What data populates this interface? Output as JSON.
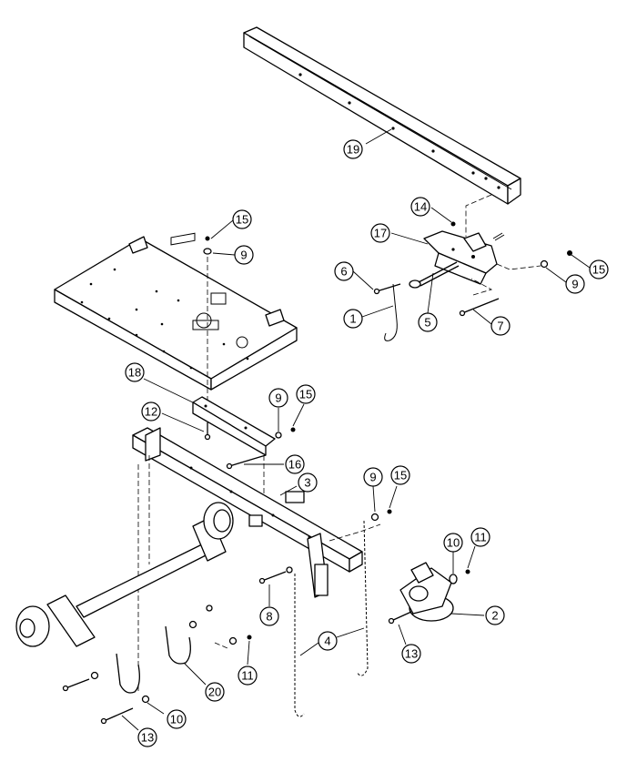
{
  "callouts": [
    {
      "id": "c19",
      "label": "19"
    },
    {
      "id": "c14",
      "label": "14"
    },
    {
      "id": "c17",
      "label": "17"
    },
    {
      "id": "c15a",
      "label": "15"
    },
    {
      "id": "c9a",
      "label": "9"
    },
    {
      "id": "c15b",
      "label": "15"
    },
    {
      "id": "c9b",
      "label": "9"
    },
    {
      "id": "c6",
      "label": "6"
    },
    {
      "id": "c1",
      "label": "1"
    },
    {
      "id": "c5",
      "label": "5"
    },
    {
      "id": "c7",
      "label": "7"
    },
    {
      "id": "c18",
      "label": "18"
    },
    {
      "id": "c9c",
      "label": "9"
    },
    {
      "id": "c15c",
      "label": "15"
    },
    {
      "id": "c12",
      "label": "12"
    },
    {
      "id": "c16",
      "label": "16"
    },
    {
      "id": "c3",
      "label": "3"
    },
    {
      "id": "c9d",
      "label": "9"
    },
    {
      "id": "c15d",
      "label": "15"
    },
    {
      "id": "c10a",
      "label": "10"
    },
    {
      "id": "c11a",
      "label": "11"
    },
    {
      "id": "c2",
      "label": "2"
    },
    {
      "id": "c8",
      "label": "8"
    },
    {
      "id": "c4",
      "label": "4"
    },
    {
      "id": "c13a",
      "label": "13"
    },
    {
      "id": "c11b",
      "label": "11"
    },
    {
      "id": "c20",
      "label": "20"
    },
    {
      "id": "c10b",
      "label": "10"
    },
    {
      "id": "c13b",
      "label": "13"
    }
  ]
}
